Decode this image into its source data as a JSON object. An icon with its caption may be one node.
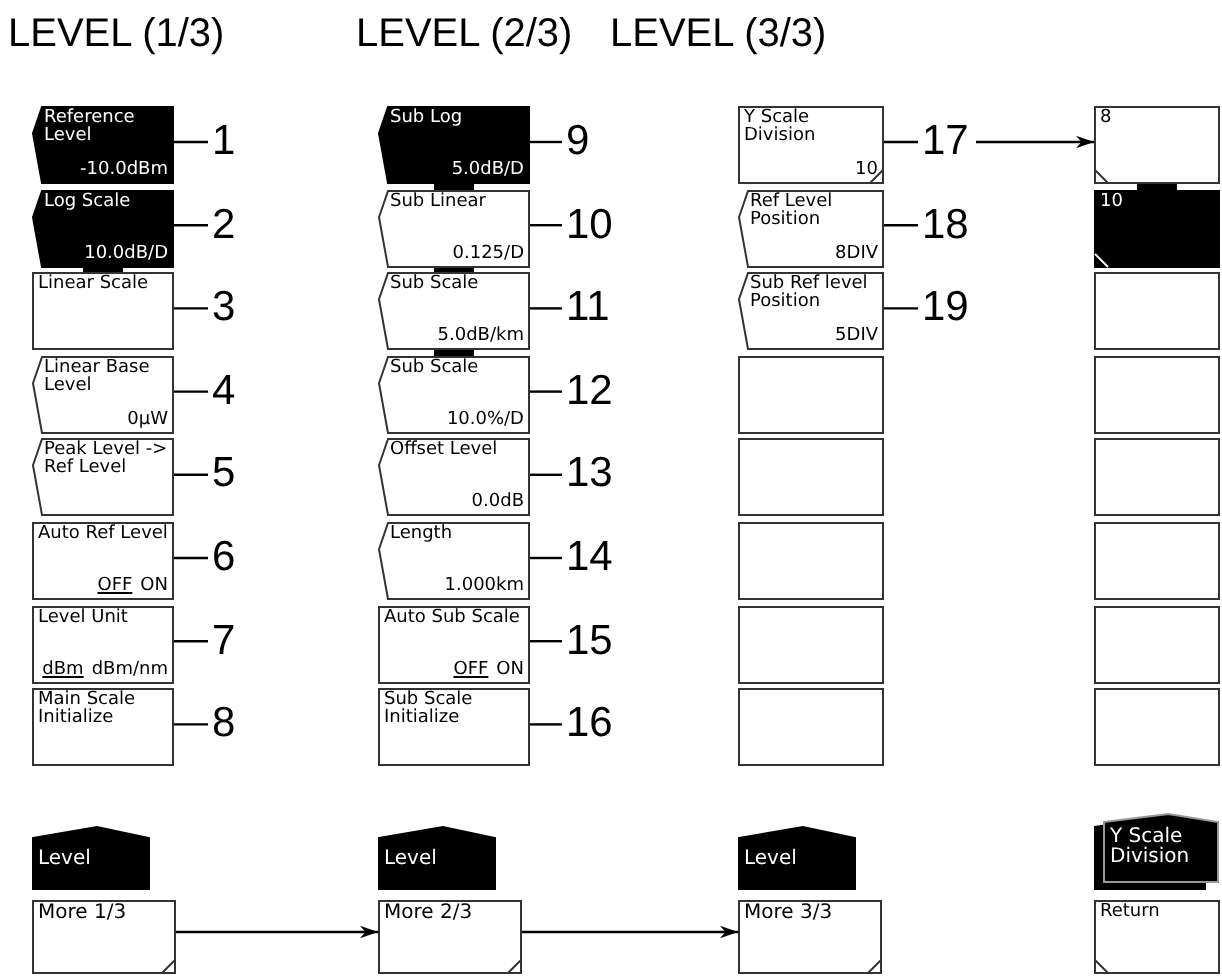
{
  "diagram": {
    "nodes": [
      {
        "text": [
          "Reference Level",
          "-10.0dBm"
        ]
      },
      {
        "text": [
          "1"
        ]
      },
      {
        "text": [
          "Log Scale",
          "10.0dB/D"
        ]
      },
      {
        "text": [
          "2"
        ]
      },
      {
        "text": [
          "Linear Scale"
        ]
      },
      {
        "text": [
          "3"
        ]
      },
      {
        "text": [
          "Linear Base Level",
          "0μW"
        ]
      },
      {
        "text": [
          "4"
        ]
      },
      {
        "text": [
          "Peak Level -> Ref Level"
        ]
      },
      {
        "text": [
          "5"
        ]
      },
      {
        "text": [
          "Auto Ref Level",
          "OFF",
          "ON"
        ]
      },
      {
        "text": [
          "6"
        ]
      },
      {
        "text": [
          "Level Unit",
          "dBm",
          "dBm/nm"
        ]
      },
      {
        "text": [
          "7"
        ]
      },
      {
        "text": [
          "Main Scale Initialize"
        ]
      },
      {
        "text": [
          "8"
        ]
      },
      {
        "text": [
          "Sub Log",
          "5.0dB/D"
        ]
      },
      {
        "text": [
          "9"
        ]
      },
      {
        "text": [
          "Sub Linear",
          "0.125/D"
        ]
      },
      {
        "text": [
          "10"
        ]
      },
      {
        "text": [
          "Sub Scale",
          "5.0dB/km"
        ]
      },
      {
        "text": [
          "11"
        ]
      },
      {
        "text": [
          "Sub Scale",
          "10.0%/D"
        ]
      },
      {
        "text": [
          "12"
        ]
      },
      {
        "text": [
          "Offset Level",
          "0.0dB"
        ]
      },
      {
        "text": [
          "13"
        ]
      },
      {
        "text": [
          "Length",
          "1.000km"
        ]
      },
      {
        "text": [
          "14"
        ]
      },
      {
        "text": [
          "Auto Sub Scale",
          "OFF",
          "ON"
        ]
      },
      {
        "text": [
          "15"
        ]
      },
      {
        "text": [
          "Sub Scale Initialize"
        ]
      },
      {
        "text": [
          "16"
        ]
      },
      {
        "text": [
          "Y Scale Division",
          "10"
        ]
      },
      {
        "text": [
          "17"
        ]
      },
      {
        "text": [
          "Ref Level Position",
          "8DIV"
        ]
      },
      {
        "text": [
          "18"
        ]
      },
      {
        "text": [
          "Sub Ref level Position",
          "5DIV"
        ]
      },
      {
        "text": [
          "19"
        ]
      },
      {
        "text": [],
        "shape": "box"
      },
      {
        "text": [],
        "shape": "box"
      },
      {
        "text": [],
        "shape": "box"
      },
      {
        "text": [],
        "shape": "box"
      },
      {
        "text": [],
        "shape": "box"
      },
      {
        "text": [
          "8"
        ]
      },
      {
        "text": [
          "10"
        ]
      },
      {
        "text": [],
        "shape": "box"
      },
      {
        "text": [],
        "shape": "box"
      },
      {
        "text": [],
        "shape": "box"
      },
      {
        "text": [],
        "shape": "box"
      },
      {
        "text": [],
        "shape": "box"
      },
      {
        "text": [],
        "shape": "box"
      },
      {
        "text": [
          "Level"
        ]
      },
      {
        "text": [
          "Level"
        ]
      },
      {
        "text": [
          "Level"
        ]
      },
      {
        "text": [
          "Y Scale Division"
        ]
      },
      {
        "text": [
          "More 1/3"
        ]
      },
      {
        "text": [
          "More 2/3"
        ]
      },
      {
        "text": [
          "More 3/3"
        ]
      },
      {
        "text": [
          "Return"
        ]
      }
    ],
    "edges": [
      {
        "from": 1,
        "to": 0,
        "arrow": "none"
      },
      {
        "from": 3,
        "to": 2,
        "arrow": "none"
      },
      {
        "from": 5,
        "to": 4,
        "arrow": "none"
      },
      {
        "from": 7,
        "to": 6,
        "arrow": "none"
      },
      {
        "from": 9,
        "to": 8,
        "arrow": "none"
      },
      {
        "from": 11,
        "to": 10,
        "arrow": "none"
      },
      {
        "from": 13,
        "to": 12,
        "arrow": "none"
      },
      {
        "from": 15,
        "to": 14,
        "arrow": "none"
      },
      {
        "from": 17,
        "to": 16,
        "arrow": "none"
      },
      {
        "from": 19,
        "to": 18,
        "arrow": "none"
      },
      {
        "from": 21,
        "to": 20,
        "arrow": "none"
      },
      {
        "from": 23,
        "to": 22,
        "arrow": "none"
      },
      {
        "from": 25,
        "to": 24,
        "arrow": "none"
      },
      {
        "from": 27,
        "to": 26,
        "arrow": "none"
      },
      {
        "from": 29,
        "to": 28,
        "arrow": "none"
      },
      {
        "from": 31,
        "to": 30,
        "arrow": "none"
      },
      {
        "from": 33,
        "to": 32,
        "arrow": "none"
      },
      {
        "from": 35,
        "to": 34,
        "arrow": "none"
      },
      {
        "from": 37,
        "to": 36,
        "arrow": "none"
      },
      {
        "from": 33,
        "to": 43,
        "arrow": "to"
      },
      {
        "from": 55,
        "to": 56,
        "arrow": "to"
      },
      {
        "from": 56,
        "to": 57,
        "arrow": "to"
      }
    ],
    "labels": [
      "LEVEL (1/3)",
      "LEVEL (2/3)",
      "LEVEL (3/3)"
    ]
  }
}
